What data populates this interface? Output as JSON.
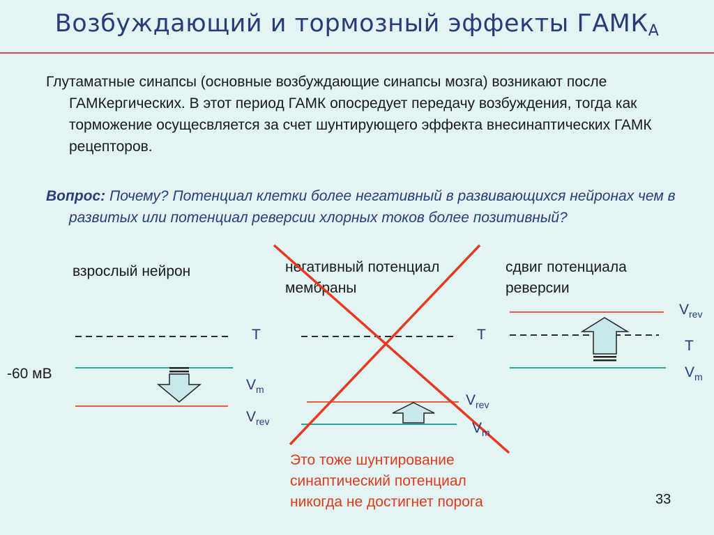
{
  "title": {
    "main": "Возбуждающий и тормозный эффекты ГАМК",
    "sub": "А"
  },
  "paragraph1": "Глутаматные синапсы (основные возбуждающие синапсы мозга) возникают после ГАМКергических. В этот период ГАМК опосредует передачу возбуждения, тогда как торможение осущесвляется за счет шунтирующего эффекта внесинаптических ГАМК рецепторов.",
  "question": {
    "label": "Вопрос:",
    "text": "Почему? Потенциал клетки более негативный в развивающихся нейронах чем в развитых или потенциал реверсии хлорных токов более позитивный?"
  },
  "panels": {
    "adult": {
      "caption": "взрослый нейрон"
    },
    "negative": {
      "caption": "негативный потенциал мембраны"
    },
    "shift": {
      "caption": "сдвиг потенциала реверсии"
    }
  },
  "voltage_label": "-60 мВ",
  "symbols": {
    "T": "Т",
    "V": "V",
    "m": "m",
    "rev": "rev"
  },
  "note": [
    "Это тоже шунтирование",
    "синаптический потенциал",
    "никогда не достигнет порога"
  ],
  "page_number": "33",
  "colors": {
    "title": "#2d3a7a",
    "rule": "#d9454a",
    "red_line": "#ec5a38",
    "teal_line": "#2aa6a2",
    "cross": "#e8391f",
    "arrow_fill": "#c9e8ec"
  }
}
